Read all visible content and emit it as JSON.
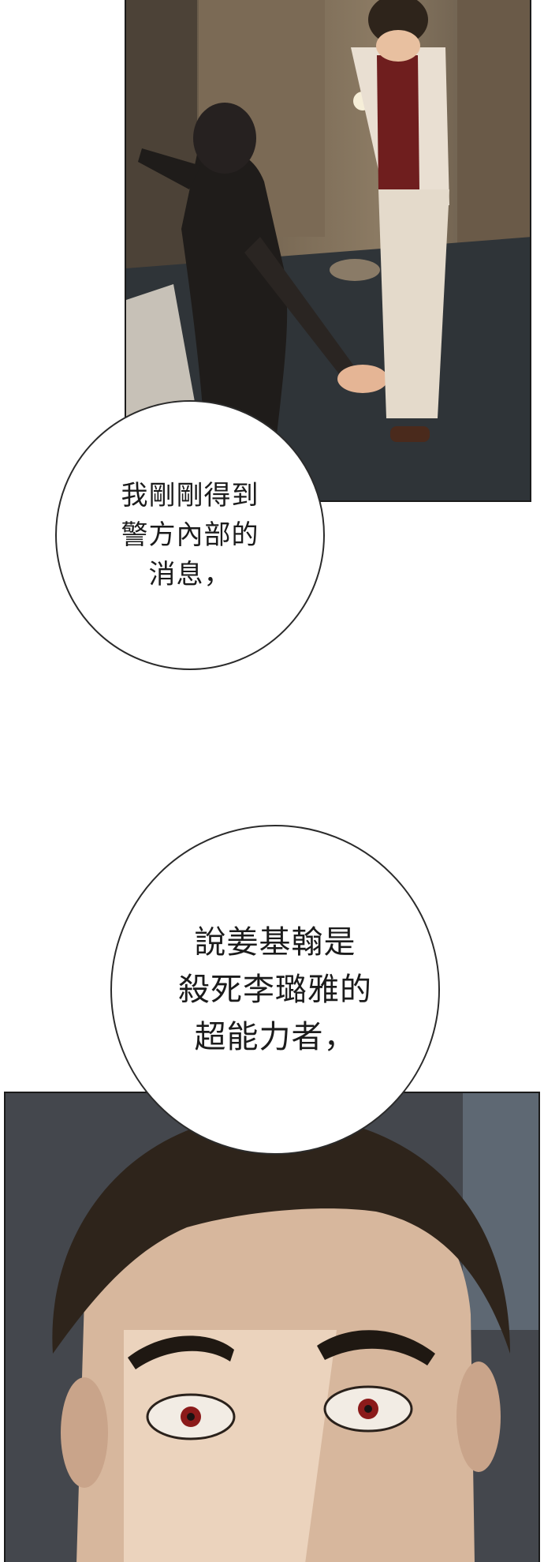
{
  "panels": [
    {
      "id": "top",
      "description": "Two men in a dim lobby; one in dark clothes reaches toward another in a white suit"
    },
    {
      "id": "bottom",
      "description": "Close-up of a man with slicked-back hair and wide red eyes"
    }
  ],
  "speech_bubbles": [
    {
      "lines": [
        "我剛剛得到",
        "警方內部的",
        "消息，"
      ]
    },
    {
      "lines": [
        "說姜基翰是",
        "殺死李璐雅的",
        "超能力者，"
      ]
    }
  ],
  "colors": {
    "background": "#ffffff",
    "bubble_fill": "#ffffff",
    "bubble_border": "#2b2b2b",
    "panel_border": "#1b1b1b",
    "suit_white": "#e9dfd2",
    "shirt_red": "#6f1e1e",
    "eye_red": "#8b1a1a",
    "hair_dark": "#2e241b"
  }
}
